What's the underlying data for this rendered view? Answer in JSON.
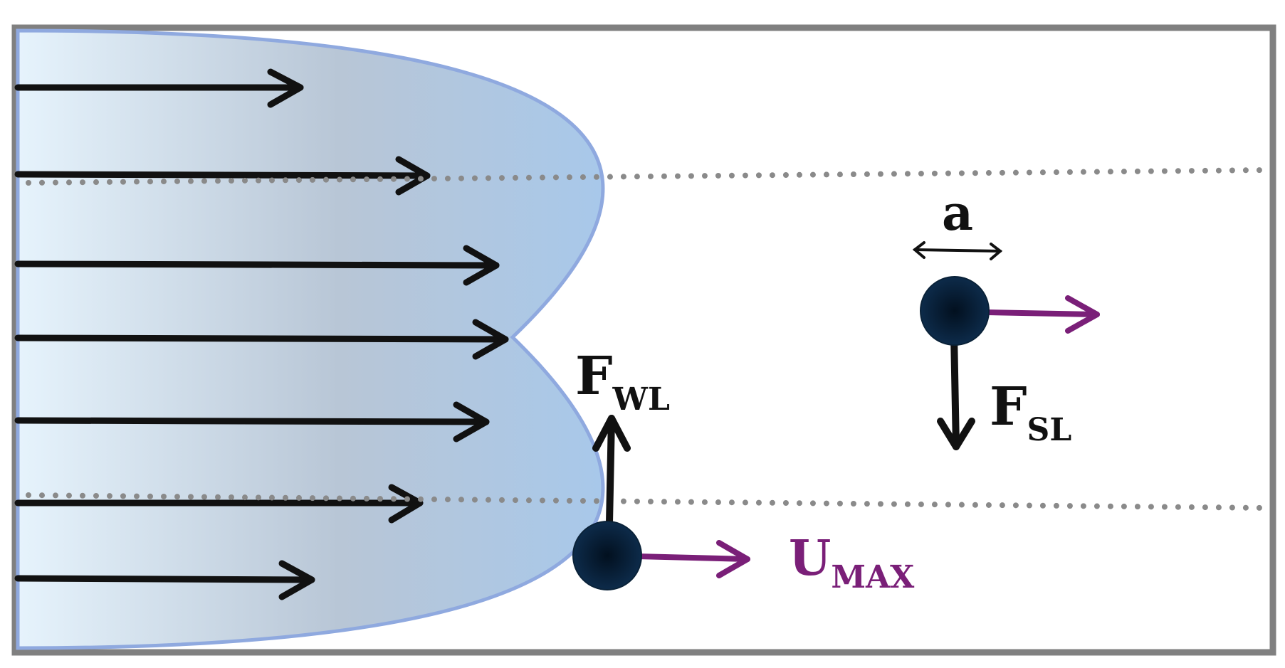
{
  "diagram": {
    "labels": {
      "particle_size": "a",
      "wall_lift_force": {
        "main": "F",
        "sub": "WL"
      },
      "shear_lift_force": {
        "main": "F",
        "sub": "SL"
      },
      "max_velocity": {
        "main": "U",
        "sub": "MAX"
      }
    },
    "colors": {
      "frame": "#808080",
      "profile_fill_light": "#e6f3fc",
      "profile_fill_mid": "#b8c6d6",
      "profile_fill_dark": "#a8c8ea",
      "profile_edge": "#8fa9df",
      "arrow": "#111111",
      "velocity_arrow": "#7a1f78",
      "particle": "#0d2b4a",
      "particle_center": "#02101f",
      "dotted_line": "#8a8a8a",
      "umax_text": "#7a1f78"
    }
  }
}
